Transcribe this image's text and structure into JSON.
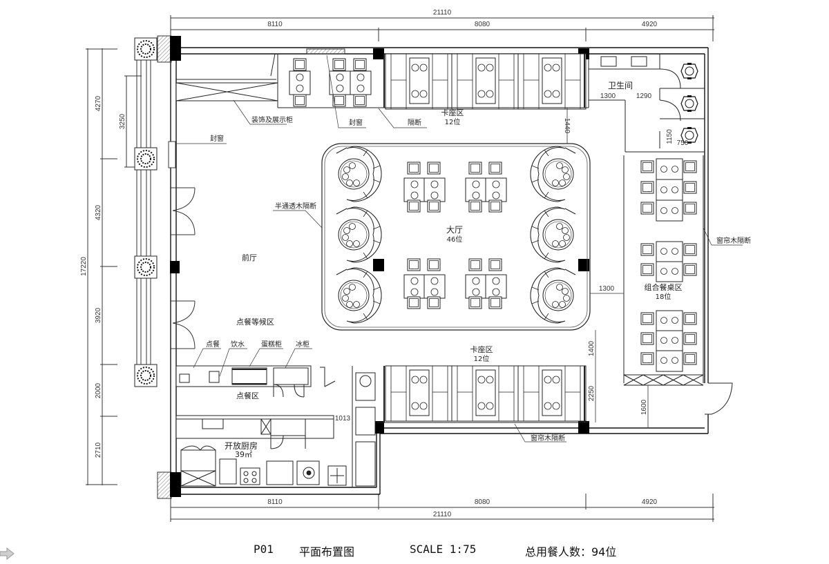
{
  "drawing": {
    "sheet_id": "P01",
    "title": "平面布置图",
    "scale": "SCALE 1:75",
    "total_seats": "总用餐人数：94位"
  },
  "dimensions": {
    "top_total": "21110",
    "top_segments": [
      "8110",
      "8080",
      "4920"
    ],
    "bottom_total": "21110",
    "bottom_segments": [
      "8110",
      "8080",
      "4920"
    ],
    "left_total": "17220",
    "left_segments": [
      "4270",
      "4320",
      "3920",
      "2000",
      "2710"
    ],
    "left_inner": "3250",
    "restroom_a": "1300",
    "restroom_b": "1290",
    "restroom_c": "1150",
    "restroom_d": "750",
    "booth_gap_top": "1440",
    "hall_gap_right": "1300",
    "booth_gap_bottom": "1400",
    "booth_depth": "2250",
    "entry_depth": "1600",
    "kitchen_gap": "1013"
  },
  "rooms": {
    "front_hall": "前厅",
    "waiting": "点餐等候区",
    "order_area": "点餐区",
    "kitchen": "开放厨房",
    "kitchen_area": "39㎡",
    "main_hall": "大厅",
    "main_hall_seats": "46位",
    "booth_top": "卡座区",
    "booth_top_seats": "12位",
    "booth_bottom": "卡座区",
    "booth_bottom_seats": "12位",
    "group_dining": "组合餐桌区",
    "group_dining_seats": "18位",
    "restroom": "卫生间"
  },
  "annotations": {
    "display_cabinet": "装饰及展示柜",
    "sealed_window_left": "封窗",
    "sealed_window_top": "封窗",
    "partition": "隔断",
    "semi_partition": "半通透木隔断",
    "curtain_partition_right": "窗帘木隔断",
    "curtain_partition_bottom": "窗帘木隔断",
    "order_counter": "点餐",
    "drinks": "饮水",
    "cake_cabinet": "蛋糕柜",
    "freezer": "冰柜"
  },
  "colors": {
    "line": "#1a1a1a",
    "thin": "#444444",
    "fill_column": "#000000",
    "hatch": "#888888"
  }
}
